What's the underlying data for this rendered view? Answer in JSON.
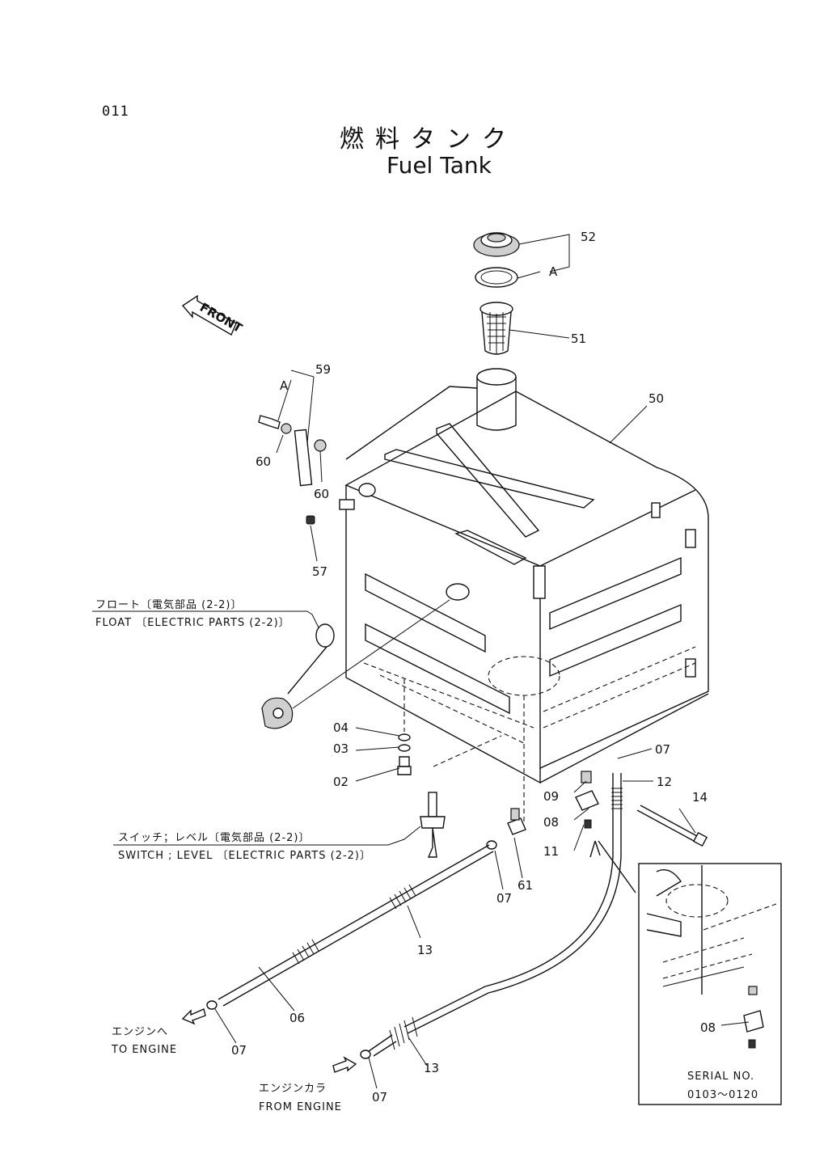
{
  "page_number": "011",
  "title": {
    "japanese": "燃料タンク",
    "english": "Fuel Tank"
  },
  "front_label": "FRONT",
  "parts": {
    "p52": "52",
    "pA_top": "A",
    "p51": "51",
    "p50": "50",
    "p59": "59",
    "pA_left": "A",
    "p60a": "60",
    "p60b": "60",
    "p57": "57",
    "p04": "04",
    "p03": "03",
    "p02": "02",
    "p07a": "07",
    "p12": "12",
    "p09": "09",
    "p14": "14",
    "p08a": "08",
    "p11": "11",
    "p61": "61",
    "p07b": "07",
    "p13a": "13",
    "p06": "06",
    "p07c": "07",
    "p13b": "13",
    "p07d": "07",
    "p08b": "08"
  },
  "notes": {
    "float_jp": "フロート〔電気部品 (2-2)〕",
    "float_en": "FLOAT 〔ELECTRIC PARTS (2-2)〕",
    "switch_jp": "スイッチ；レベル〔電気部品 (2-2)〕",
    "switch_en": "SWITCH ; LEVEL 〔ELECTRIC PARTS (2-2)〕",
    "to_engine_jp": "エンジンへ",
    "to_engine_en": "TO ENGINE",
    "from_engine_jp": "エンジンカラ",
    "from_engine_en": "FROM ENGINE",
    "serial_label": "SERIAL NO.",
    "serial_range": "0103～0120"
  }
}
